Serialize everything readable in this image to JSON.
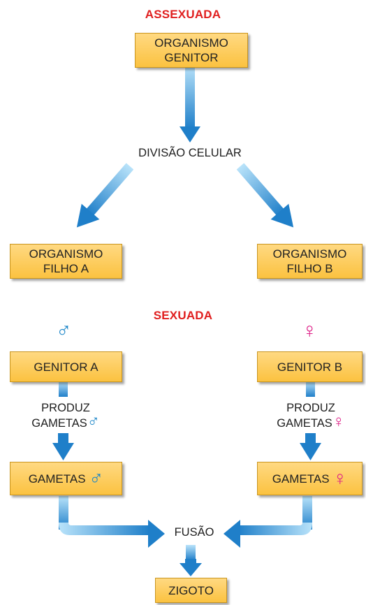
{
  "asexual": {
    "title": "ASSEXUADA",
    "parent_line1": "ORGANISMO",
    "parent_line2": "GENITOR",
    "division": "DIVISÃO CELULAR",
    "child_a_line1": "ORGANISMO",
    "child_a_line2": "FILHO A",
    "child_b_line1": "ORGANISMO",
    "child_b_line2": "FILHO B"
  },
  "sexual": {
    "title": "SEXUADA",
    "male_symbol": "♂",
    "female_symbol": "♀",
    "parent_a": "GENITOR A",
    "parent_b": "GENITOR B",
    "produce_line1": "PRODUZ",
    "produce_line2": "GAMETAS",
    "gametes": "GAMETAS",
    "fusion": "FUSÃO",
    "zygote": "ZIGOTO"
  },
  "colors": {
    "title_red": "#e01f1f",
    "box_fill": "#fbc240",
    "arrow_blue": "#1f7fc9",
    "male_blue": "#1c86c8",
    "female_pink": "#dd1f87"
  }
}
